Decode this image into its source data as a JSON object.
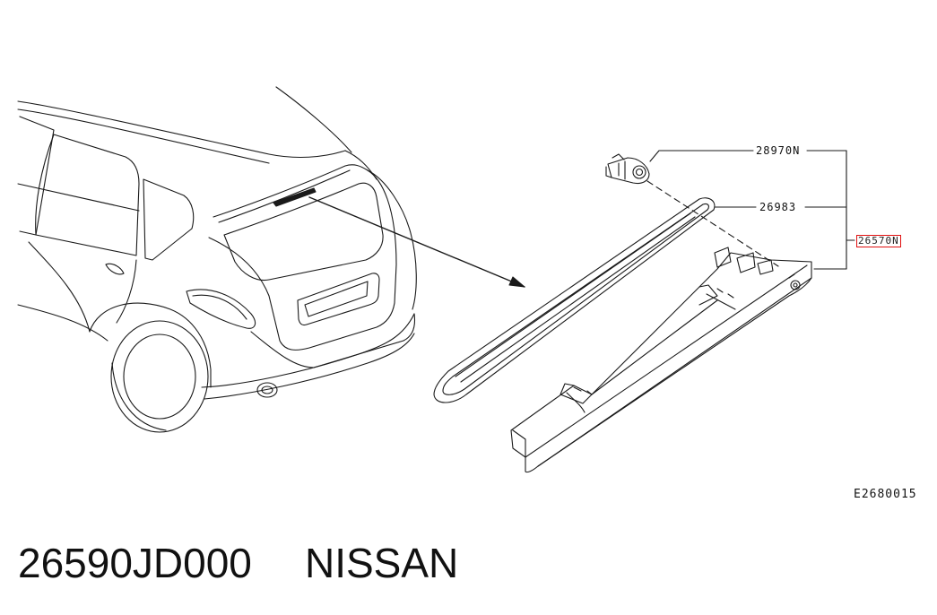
{
  "diagram": {
    "callouts": {
      "bulb_socket": "28970N",
      "lamp_lens": "26983",
      "lamp_assembly": "26570N"
    },
    "diagram_code": "E2680015"
  },
  "caption": {
    "part_number": "26590JD000",
    "brand": "NISSAN"
  },
  "colors": {
    "line": "#1a1a1a",
    "highlight": "#e01010",
    "background": "#ffffff"
  }
}
